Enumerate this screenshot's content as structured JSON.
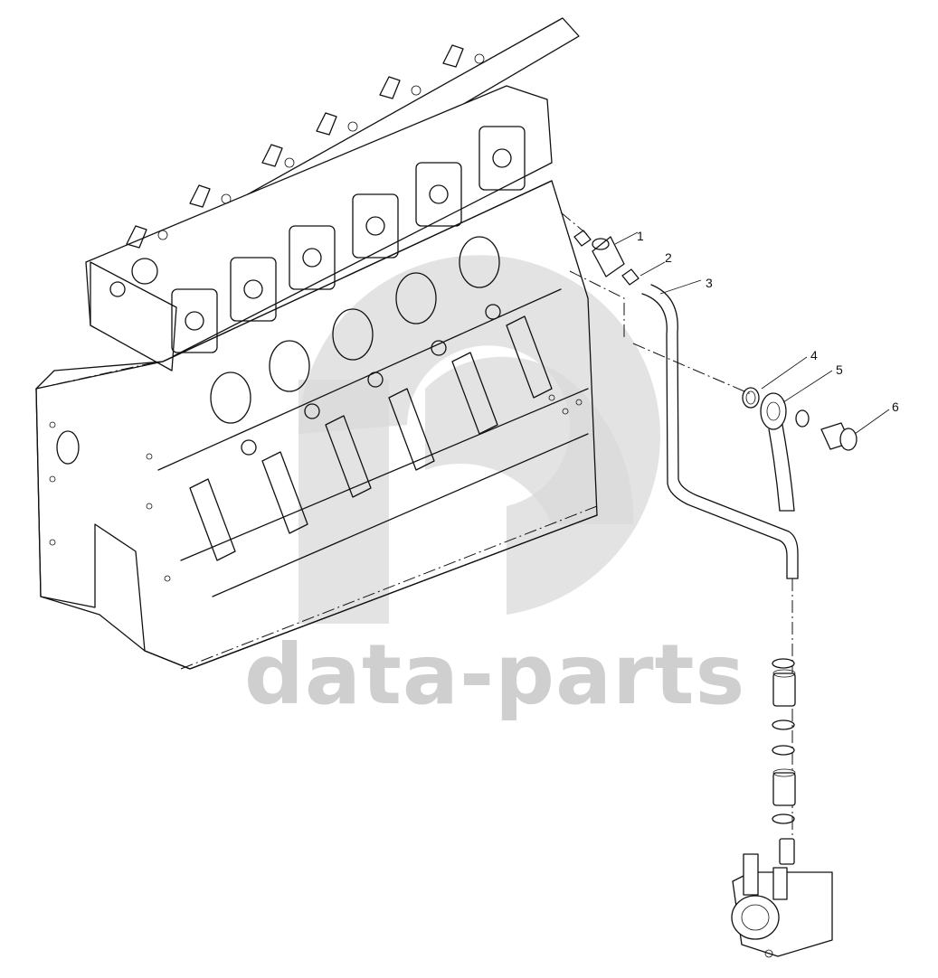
{
  "watermark": {
    "text": "data-parts",
    "color": "#cfcfcf"
  },
  "callouts": [
    {
      "id": "1",
      "label": "1"
    },
    {
      "id": "2",
      "label": "2"
    },
    {
      "id": "3",
      "label": "3"
    },
    {
      "id": "4",
      "label": "4"
    },
    {
      "id": "5",
      "label": "5"
    },
    {
      "id": "6",
      "label": "6"
    }
  ],
  "components": {
    "engine_block": "engine-block",
    "oil_return_pipe": "oil-return-pipe",
    "banjo_fitting": "banjo-fitting",
    "oil_cooler_housing": "oil-cooler-housing"
  }
}
